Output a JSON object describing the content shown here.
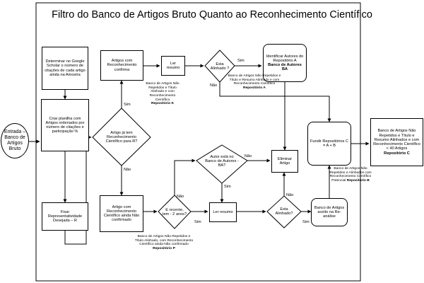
{
  "title": "Filtro do Banco de Artigos Bruto Quanto ao Reconhecimento Científico",
  "nodes": {
    "start": "Entrada – Banco de Artigos Bruto",
    "google_scholar": "Determinar no Google Scholar o número de citações de cada artigo ainda na Amostra",
    "planilha": "Criar planilha com Artigos ordenados por número de citações e participação %",
    "fixar": "Fixar Representatividade Desejada – R",
    "artigos_rc_confirma": "Artigos com Reconhecimento confirma",
    "ler_resumo_top": "Ler resumo",
    "identificar_autores": "Identificar Autores do Repositório A",
    "identificar_autores_bold": "Banco de Autores BA",
    "artigo_sem_rc": "Artigo com Reconhecimento Científico ainda Não confirmado",
    "ler_resumo_bottom": "Ler resumo",
    "eliminar": "Eliminar Artigo",
    "fundir": "Fundir Repositórios C = A + B",
    "banco_reanalise": "Banco de Artigos aceito na Re-análise",
    "final": "Banco de Artigos Não Repetidos e Título e Resumo Alinhados e com Reconhecimento Científico < 40 Artigos",
    "final_bold": "Repositório C"
  },
  "decisions": {
    "artigo_ja_tem": "Artigo já tem Reconhecimento Científico para R?",
    "esta_alinhado_top": "Esta Alinhado ?",
    "autor_esta": "Autor está no Banco de Autores -BA?",
    "e_recente": "E recente, tem - 2 anos?",
    "esta_alinhado_bottom": "Esta Alinhado?"
  },
  "notes": {
    "repo_k": "Banco de Artigos Não Repetidos e Título Alinhado e com Reconhecimento Científico",
    "repo_k_bold": "Repositório K",
    "repo_a": "Banco de Artigos Não Repetidos e Título e Resumo Alinhado e com Reconhecimento Científico",
    "repo_a_bold": "Repositório A",
    "repo_p": "Banco de Artigos Não Repetidos e Título Alinhado, com Reconhecimento Científico ainda Não confirmado",
    "repo_p_bold": "Repositório P",
    "repo_b": "Banco de Artigos Não Repetidos e Alinhados com Reconhecimento Científico Potencial",
    "repo_b_bold": "Repositório B"
  },
  "labels": {
    "sim_top_align": "Sim",
    "nao_top_align": "Não",
    "sim_rc": "Sim",
    "nao_rc": "Não",
    "nao_autor": "Não",
    "sim_autor": "Sim",
    "nao_recente": "Não",
    "sim_recente": "Sim",
    "sim_bottom_align": "Sim",
    "nao_bottom_align": "Não"
  }
}
